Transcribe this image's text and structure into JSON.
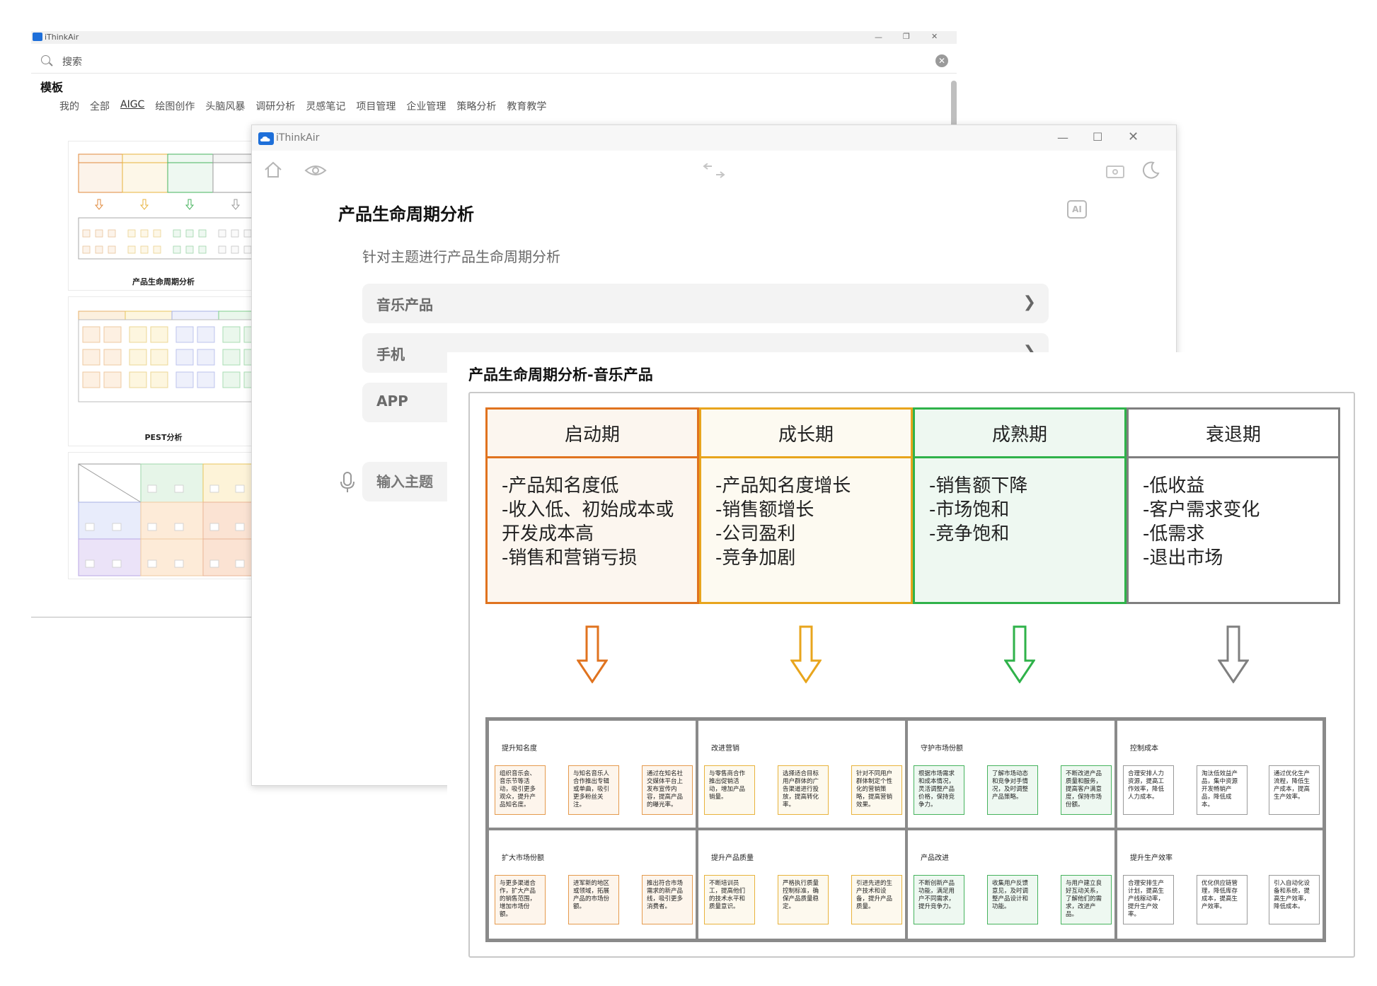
{
  "back_window": {
    "title": "iThinkAir",
    "search_placeholder": "搜索",
    "section_title": "模板",
    "categories": [
      "我的",
      "全部",
      "AIGC",
      "绘图创作",
      "头脑风暴",
      "调研分析",
      "灵感笔记",
      "项目管理",
      "企业管理",
      "策略分析",
      "教育教学"
    ],
    "active_category": "AIGC",
    "templates": [
      {
        "label": "产品生命周期分析"
      },
      {
        "label": "PEST分析"
      },
      {
        "label": ""
      }
    ]
  },
  "ai_window": {
    "title": "iThinkAir",
    "page_title": "产品生命周期分析",
    "subtitle": "针对主题进行产品生命周期分析",
    "options": [
      "音乐产品",
      "手机",
      "APP"
    ],
    "input_placeholder": "输入主题",
    "icons": [
      "home-icon",
      "eye-icon",
      "swap-icon",
      "camera-icon",
      "moon-icon",
      "ai-scan-icon",
      "mic-icon",
      "chevron-right-icon"
    ]
  },
  "result": {
    "heading": "产品生命周期分析-音乐产品",
    "stages": [
      {
        "name": "启动期",
        "color": "#e0731f",
        "fill": "#fcf6ef",
        "points": [
          "-产品知名度低",
          "-收入低、初始成本或开发成本高",
          "-销售和营销亏损"
        ]
      },
      {
        "name": "成长期",
        "color": "#e8a51d",
        "fill": "#fdfaf1",
        "points": [
          "-产品知名度增长",
          "-销售额增长",
          "-公司盈利",
          "-竞争加剧"
        ]
      },
      {
        "name": "成熟期",
        "color": "#2fb24a",
        "fill": "#eef8f1",
        "points": [
          "-销售额下降",
          "-市场饱和",
          "-竞争饱和"
        ]
      },
      {
        "name": "衰退期",
        "color": "#7f7f7f",
        "fill": "#ffffff",
        "points": [
          "-低收益",
          "-客户需求变化",
          "-低需求",
          "-退出市场"
        ]
      }
    ],
    "matrix": [
      [
        {
          "title": "提升知名度",
          "notes": [
            "组织音乐会、音乐节等活动，吸引更多观众，提升产品知名度。",
            "与知名音乐人合作推出专辑或单曲，吸引更多粉丝关注。",
            "通过在知名社交媒体平台上发布宣传内容，提高产品的曝光率。"
          ]
        },
        {
          "title": "改进营销",
          "notes": [
            "与零售商合作推出促销活动，增加产品销量。",
            "选择适合目标用户群体的广告渠道进行投放，提高转化率。",
            "针对不同用户群体制定个性化的营销策略，提高营销效果。"
          ]
        },
        {
          "title": "守护市场份额",
          "notes": [
            "根据市场需求和成本情况，灵活调整产品价格，保持竞争力。",
            "了解市场动态和竞争对手情况，及时调整产品策略。",
            "不断改进产品质量和服务，提高客户满意度，保持市场份额。"
          ]
        },
        {
          "title": "控制成本",
          "notes": [
            "合理安排人力资源，提高工作效率，降低人力成本。",
            "淘汰低效益产品，集中资源开发畅销产品，降低成本。",
            "通过优化生产流程，降低生产成本，提高生产效率。"
          ]
        }
      ],
      [
        {
          "title": "扩大市场份额",
          "notes": [
            "与更多渠道合作，扩大产品的销售范围，增加市场份额。",
            "进军新的地区或领域，拓展产品的市场份额。",
            "推出符合市场需求的新产品线，吸引更多消费者。"
          ]
        },
        {
          "title": "提升产品质量",
          "notes": [
            "不断培训员工，提高他们的技术水平和质量意识。",
            "严格执行质量控制标准，确保产品质量稳定。",
            "引进先进的生产技术和设备，提升产品质量。"
          ]
        },
        {
          "title": "产品改进",
          "notes": [
            "不断创新产品功能，满足用户不同需求，提升竞争力。",
            "收集用户反馈意见，及时调整产品设计和功能。",
            "与用户建立良好互动关系，了解他们的需求，改进产品。"
          ]
        },
        {
          "title": "提升生产效率",
          "notes": [
            "合理安排生产计划，提高生产线稼动率，提升生产效率。",
            "优化供应链管理，降低库存成本，提高生产效率。",
            "引入自动化设备和系统，提高生产效率，降低成本。"
          ]
        }
      ]
    ]
  }
}
